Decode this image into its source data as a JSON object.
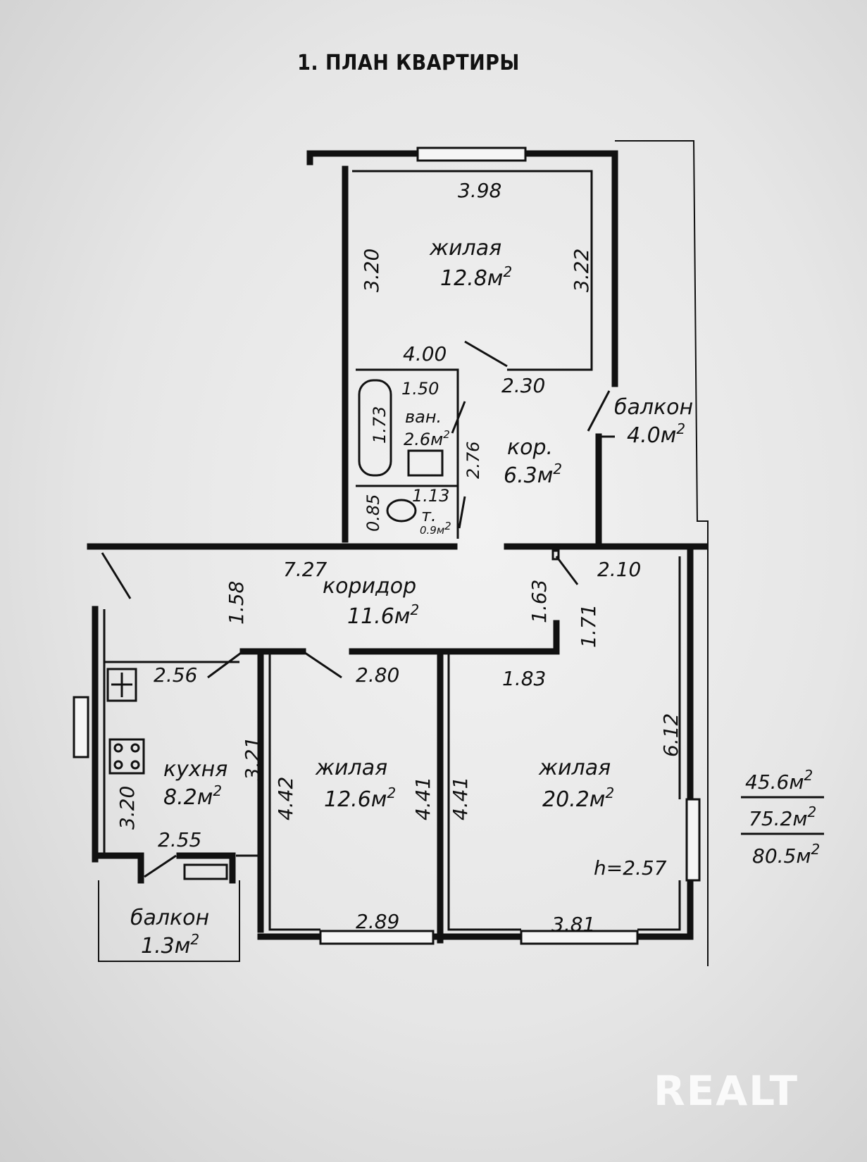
{
  "title": "1. ПЛАН КВАРТИРЫ",
  "rooms": {
    "bedroom_top": {
      "label": "жилая",
      "area": "12.8м",
      "w_top": "3.98",
      "h_left": "3.20",
      "h_right": "3.22"
    },
    "bathroom": {
      "label": "ван.",
      "area": "2.6м",
      "w": "1.50",
      "h": "1.73",
      "h2": "2.76"
    },
    "toilet": {
      "label": "т.",
      "area": "0.9м",
      "w": "1.13",
      "h": "0.85"
    },
    "corridor_small": {
      "label": "кор.",
      "area": "6.3м",
      "d1": "4.00",
      "d2": "2.30"
    },
    "balcony_top": {
      "label": "балкон",
      "area": "4.0м"
    },
    "corridor": {
      "label": "коридор",
      "area": "11.6м",
      "w": "7.27",
      "h": "1.58",
      "h2": "1.63",
      "w2": "2.10",
      "d3": "1.71"
    },
    "kitchen": {
      "label": "кухня",
      "area": "8.2м",
      "w": "2.56",
      "h": "3.21",
      "h_left": "3.20",
      "w_bottom": "2.55"
    },
    "bedroom_mid": {
      "label": "жилая",
      "area": "12.6м",
      "w_top": "2.80",
      "h_left": "4.42",
      "h_right": "4.41",
      "w_bottom": "2.89"
    },
    "living": {
      "label": "жилая",
      "area": "20.2м",
      "w_top": "1.83",
      "h_left": "4.41",
      "h_right": "6.12",
      "w_bottom": "3.81",
      "height": "h=2.57"
    },
    "balcony_bottom": {
      "label": "балкон",
      "area": "1.3м"
    }
  },
  "totals": {
    "living": "45.6м",
    "total": "75.2м",
    "total_with_balconies": "80.5м"
  },
  "sup": "2",
  "watermark": "REALT"
}
